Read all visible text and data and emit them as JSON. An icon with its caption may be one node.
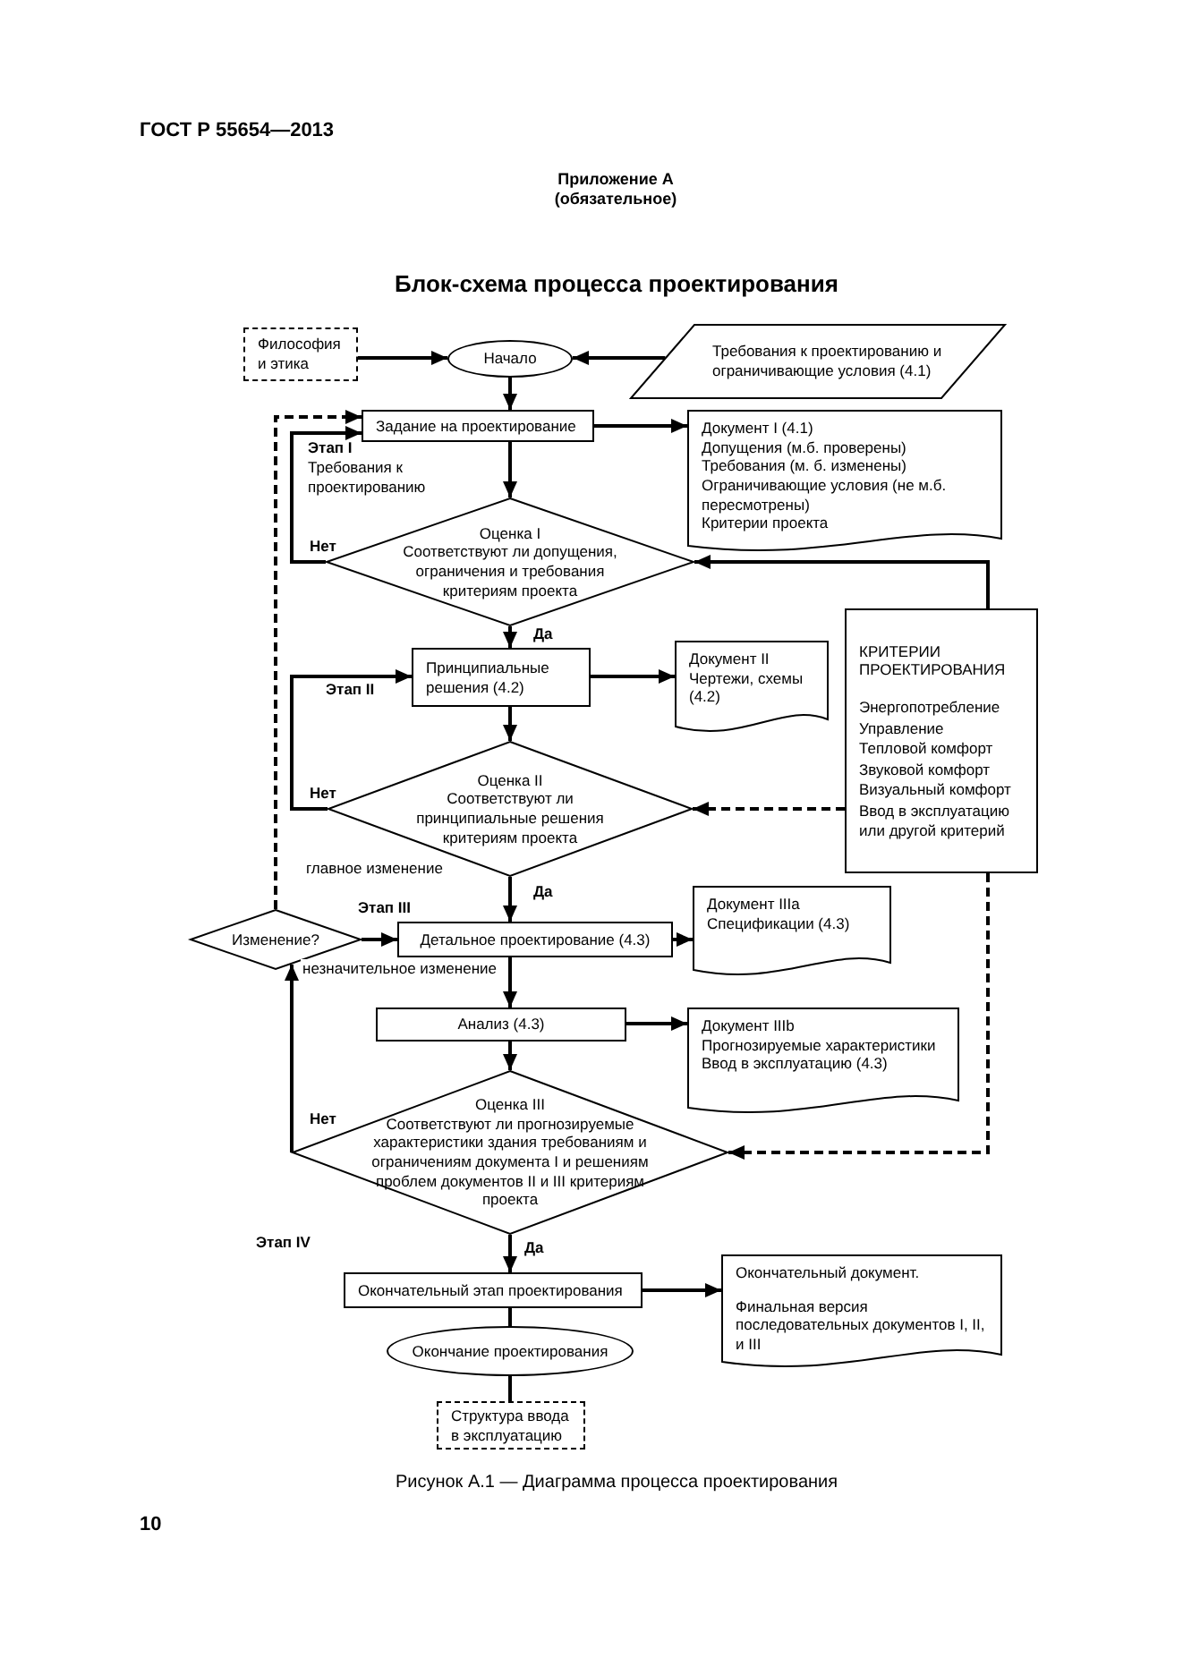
{
  "diagram": {
    "title": "Блок-схема процесса проектирования",
    "caption": "Рисунок А.1 — Диаграмма процесса проектирования",
    "nodes": [
      {
        "text": [
          "Философия и этика"
        ]
      },
      {
        "text": [
          "Начало"
        ]
      },
      {
        "text": [
          "Требования к проектированию и ограничивающие условия (4.1)"
        ]
      },
      {
        "text": [
          "Задание на проектирование"
        ]
      },
      {
        "text": [
          "Документ I (4.1)",
          "Допущения (м.б. проверены)",
          "Требования (м. б. изменены)",
          "Ограничивающие условия (не м.б. пересмотрены)",
          "Критерии проекта"
        ]
      },
      {
        "text": [
          "Оценка I",
          "Соответствуют ли допущения, ограничения и требования критериям проекта"
        ]
      },
      {
        "text": [
          "Принципиальные решения (4.2)"
        ]
      },
      {
        "text": [
          "Документ II",
          "Чертежи, схемы (4.2)"
        ]
      },
      {
        "text": [
          "КРИТЕРИИ ПРОЕКТИРОВАНИЯ",
          "Энергопотребление",
          "Управление",
          "Тепловой комфорт",
          "Звуковой комфорт",
          "Визуальный комфорт",
          "Ввод в эксплуатацию или другой критерий"
        ]
      },
      {
        "text": [
          "Оценка II",
          "Соответствуют ли принципиальные решения критериям проекта"
        ]
      },
      {
        "text": [
          "Изменение?"
        ]
      },
      {
        "text": [
          "Детальное проектирование (4.3)"
        ]
      },
      {
        "text": [
          "Документ IIIa",
          "Спецификации (4.3)"
        ]
      },
      {
        "text": [
          "Анализ (4.3)"
        ]
      },
      {
        "text": [
          "Документ IIIb",
          "Прогнозируемые характеристики",
          "Ввод в эксплуатацию (4.3)"
        ]
      },
      {
        "text": [
          "Оценка III",
          "Соответствуют ли прогнозируемые характеристики здания требованиям и ограничениям документа I и решениям проблем документов II и III критериям проекта"
        ]
      },
      {
        "text": [
          "Окончательный этап проектирования"
        ]
      },
      {
        "text": [
          "Окончательный документ.",
          "Финальная версия последовательных документов I, II, и III"
        ]
      },
      {
        "text": [
          "Окончание проектирования"
        ]
      },
      {
        "text": [
          "Структура ввода в эксплуатацию"
        ]
      }
    ],
    "edges": [
      {
        "from": 0,
        "to": 1,
        "arrow": "to"
      },
      {
        "from": 2,
        "to": 1,
        "arrow": "to"
      },
      {
        "from": 1,
        "to": 3,
        "arrow": "to"
      },
      {
        "from": 3,
        "to": 4,
        "arrow": "to"
      },
      {
        "from": 3,
        "to": 5,
        "arrow": "to"
      },
      {
        "from": 5,
        "to": 6,
        "arrow": "to",
        "label": "Да"
      },
      {
        "from": 5,
        "to": 3,
        "arrow": "to",
        "label": "Нет"
      },
      {
        "from": 8,
        "to": 5,
        "arrow": "to"
      },
      {
        "from": 6,
        "to": 7,
        "arrow": "to"
      },
      {
        "from": 6,
        "to": 9,
        "arrow": "to"
      },
      {
        "from": 9,
        "to": 6,
        "arrow": "to",
        "label": "Нет"
      },
      {
        "from": 8,
        "to": 9,
        "arrow": "to",
        "style": "dashed"
      },
      {
        "from": 9,
        "to": 11,
        "arrow": "to",
        "label": "Да"
      },
      {
        "from": 10,
        "to": 11,
        "arrow": "to",
        "label": "незначительное изменение"
      },
      {
        "from": 10,
        "to": 3,
        "arrow": "to",
        "style": "dashed",
        "label": "главное изменение"
      },
      {
        "from": 15,
        "to": 10,
        "arrow": "to",
        "label": "Нет"
      },
      {
        "from": 11,
        "to": 12,
        "arrow": "to"
      },
      {
        "from": 11,
        "to": 13,
        "arrow": "to"
      },
      {
        "from": 13,
        "to": 14,
        "arrow": "to"
      },
      {
        "from": 13,
        "to": 15,
        "arrow": "to"
      },
      {
        "from": 8,
        "to": 15,
        "arrow": "to",
        "style": "dashed"
      },
      {
        "from": 15,
        "to": 16,
        "arrow": "to",
        "label": "Да"
      },
      {
        "from": 16,
        "to": 17,
        "arrow": "to"
      },
      {
        "from": 16,
        "to": 18,
        "arrow": "none"
      },
      {
        "from": 18,
        "to": 19,
        "arrow": "none"
      }
    ],
    "labels": [
      "ГОСТ Р 55654—2013",
      "Приложение А",
      "(обязательное)",
      "Этап I",
      "Требования к проектированию",
      "Этап II",
      "Этап III",
      "Этап IV",
      "10"
    ]
  }
}
